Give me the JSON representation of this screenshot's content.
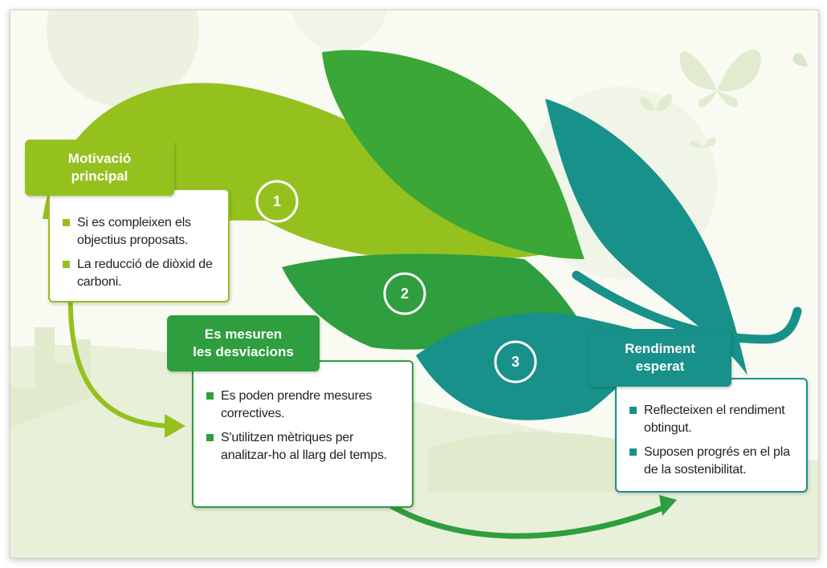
{
  "steps": [
    {
      "number": "1",
      "title_lines": [
        "Motivació",
        "principal"
      ],
      "bullets": [
        "Si es compleixen els objectius proposats.",
        "La reducció de diòxid de carboni."
      ],
      "color": "#95c11f"
    },
    {
      "number": "2",
      "title_lines": [
        "Es mesuren",
        "les desviacions"
      ],
      "bullets": [
        "Es poden prendre mesures correctives.",
        "S'utilitzen mètriques per analitzar-ho al llarg del temps."
      ],
      "color": "#2e9e3e"
    },
    {
      "number": "3",
      "title_lines": [
        "Rendiment",
        "esperat"
      ],
      "bullets": [
        "Reflecteixen el rendiment obtingut.",
        "Suposen progrés en el pla de la sostenibilitat."
      ],
      "color": "#17918a"
    }
  ],
  "icons": [
    "leaf-1",
    "leaf-2",
    "leaf-3",
    "leaf-4",
    "butterfly-icon",
    "arrow-icon"
  ]
}
